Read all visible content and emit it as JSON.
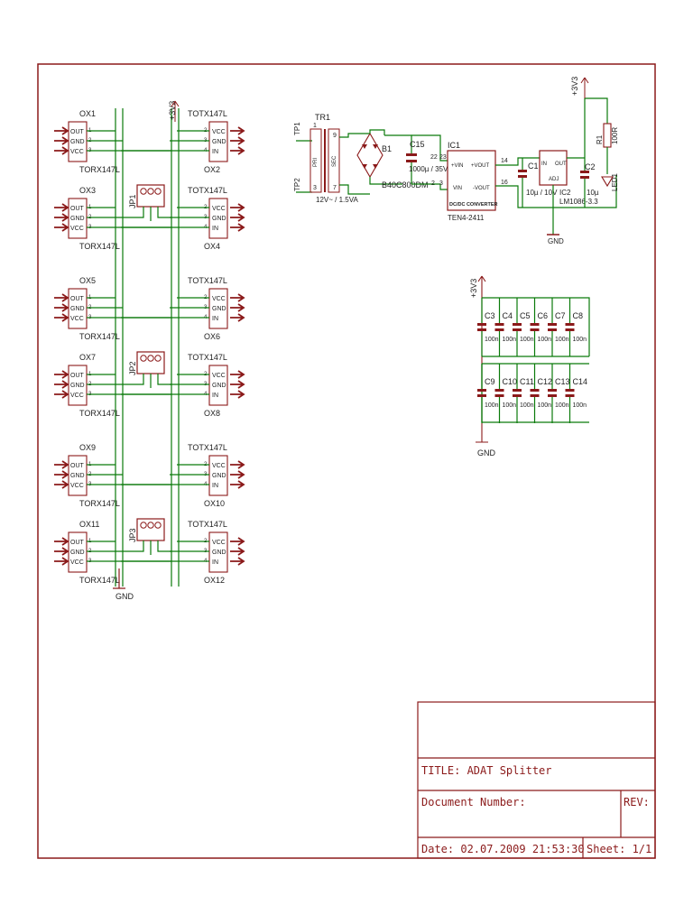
{
  "colors": {
    "frame": "#8b1a1a",
    "wire": "#0a7a0a",
    "part": "#8b1a1a",
    "text": "#222222"
  },
  "receivers": [
    {
      "ref": "OX1",
      "value": "TORX147L"
    },
    {
      "ref": "OX3",
      "value": "TORX147L"
    },
    {
      "ref": "OX5",
      "value": "TORX147L"
    },
    {
      "ref": "OX7",
      "value": "TORX147L"
    },
    {
      "ref": "OX9",
      "value": "TORX147L"
    },
    {
      "ref": "OX11",
      "value": "TORX147L"
    }
  ],
  "transmitters": [
    {
      "ref": "OX2",
      "value": "TOTX147L"
    },
    {
      "ref": "OX4",
      "value": "TOTX147L"
    },
    {
      "ref": "OX6",
      "value": "TOTX147L"
    },
    {
      "ref": "OX8",
      "value": "TOTX147L"
    },
    {
      "ref": "OX10",
      "value": "TOTX147L"
    },
    {
      "ref": "OX12",
      "value": "TOTX147L"
    }
  ],
  "rx_pins": [
    "OUT",
    "GND",
    "VCC"
  ],
  "tx_pins": [
    "VCC",
    "GND",
    "IN"
  ],
  "pin_numbers": [
    "1",
    "2",
    "3",
    "4"
  ],
  "jumpers": [
    "JP1",
    "JP2",
    "JP3"
  ],
  "supply_labels": {
    "v33": "+3V3",
    "gnd": "GND"
  },
  "power": {
    "tp1": "TP1",
    "tp2": "TP2",
    "tr1": "TR1",
    "tr1_value": "12V~ / 1.5VA",
    "tr1_pri": "PRI",
    "tr1_sec": "SEC",
    "tr1_pins": [
      "1",
      "3",
      "9",
      "7"
    ],
    "b1": "B1",
    "b1_value": "B40C800DM",
    "c15": "C15",
    "c15_value": "1000µ / 35V",
    "ic1": "IC1",
    "ic1_value": "TEN4-2411",
    "ic1_body": "DC/DC CONVERTER",
    "ic1_pins": [
      "+VIN",
      "+VOUT",
      "VIN",
      "-VOUT"
    ],
    "ic1_pin_numbers": [
      "22",
      "23",
      "2",
      "3",
      "14",
      "16"
    ],
    "c1": "C1",
    "c1_value": "10µ / 10V",
    "ic2": "IC2",
    "ic2_value": "LM1086-3.3",
    "ic2_pins": [
      "IN",
      "OUT",
      "ADJ"
    ],
    "c2": "C2",
    "c2_value": "10µ",
    "r1": "R1",
    "r1_value": "100R",
    "led1": "LED1"
  },
  "decoupling": {
    "row1": [
      "C3",
      "C4",
      "C5",
      "C6",
      "C7",
      "C8"
    ],
    "row2": [
      "C9",
      "C10",
      "C11",
      "C12",
      "C13",
      "C14"
    ],
    "value": "100n"
  },
  "title_block": {
    "title": "TITLE:  ADAT Splitter",
    "doc_number": "Document Number:",
    "rev": "REV:",
    "date": "Date: 02.07.2009 21:53:30",
    "sheet": "Sheet: 1/1"
  }
}
